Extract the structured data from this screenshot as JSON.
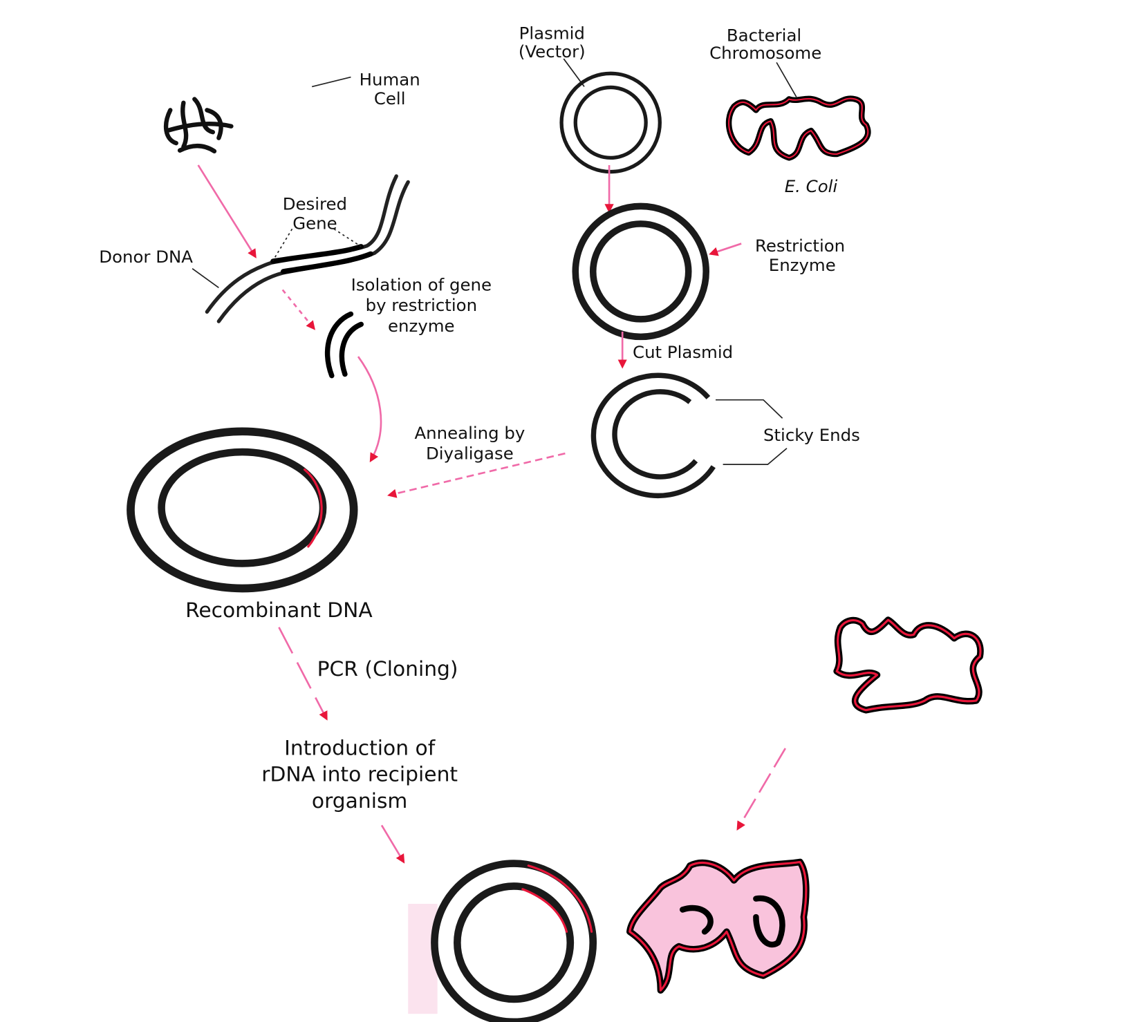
{
  "labels": {
    "human_cell": [
      "Human",
      "Cell"
    ],
    "donor_dna": "Donor DNA",
    "desired_gene": [
      "Desired",
      "Gene"
    ],
    "isolation": [
      "Isolation of gene",
      "by restriction",
      "enzyme"
    ],
    "plasmid": [
      "Plasmid",
      "(Vector)"
    ],
    "bacterial_chromosome": [
      "Bacterial",
      "Chromosome"
    ],
    "e_coli": "E. Coli",
    "restriction_enzyme": [
      "Restriction",
      "Enzyme"
    ],
    "cut_plasmid": "Cut Plasmid",
    "sticky_ends": "Sticky Ends",
    "annealing": [
      "Annealing by",
      "Diyaligase"
    ],
    "recombinant_dna": "Recombinant DNA",
    "pcr": "PCR (Cloning)",
    "introduction": [
      "Introduction of",
      "rDNA into recipient",
      "organism"
    ]
  },
  "colors": {
    "arrow": "#f06aa8",
    "arrowhead": "#e8163a",
    "strand": "#1a1a1a",
    "highlight": "#e8163a"
  }
}
